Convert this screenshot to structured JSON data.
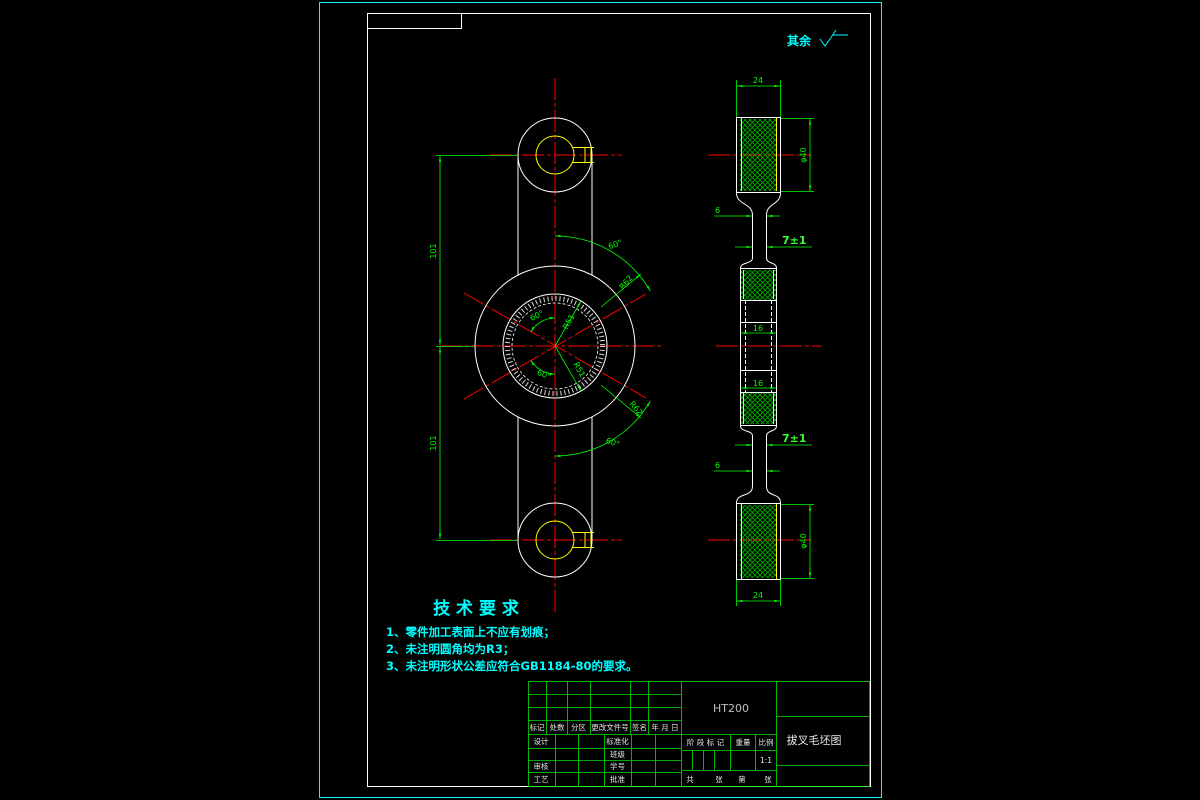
{
  "surface_note": {
    "text": "其余",
    "icon": "surface-finish-icon"
  },
  "tech_requirements": {
    "heading": "技 术 要 求",
    "items": [
      "1、零件加工表面上不应有划痕；",
      "2、未注明圆角均为R3；",
      "3、未注明形状公差应符合GB1184-80的要求。"
    ]
  },
  "front_view": {
    "center_distance_upper": "101",
    "center_distance_lower": "101",
    "outer_angle_upper": "60°",
    "outer_radius_upper": "R62",
    "outer_angle_lower": "60°",
    "outer_radius_lower": "R62",
    "inner_angle_upper": "60°",
    "inner_radius_upper": "R51",
    "inner_angle_lower": "60°",
    "inner_radius_lower": "R51"
  },
  "side_view": {
    "top_width": "24",
    "top_diameter": "φ40",
    "top_web": "6",
    "top_rib": "7±1",
    "hub_upper": "16",
    "hub_lower": "16",
    "bottom_rib": "7±1",
    "bottom_web": "6",
    "bottom_diameter": "φ40",
    "bottom_width": "24"
  },
  "title_block": {
    "material": "HT200",
    "drawing_name": "拔叉毛坯图",
    "header": {
      "mark": "标记",
      "count": "处数",
      "zone": "分区",
      "change_doc": "更改文件号",
      "signature": "签名",
      "date": "年 月 日"
    },
    "design": "设计",
    "standardization": "标准化",
    "class": "班级",
    "review": "审核",
    "student_no": "学号",
    "process": "工艺",
    "approve": "批准",
    "stage_mark": "阶 段 标 记",
    "weight": "重量",
    "scale_label": "比例",
    "scale": "1:1",
    "sheets": {
      "total": "共",
      "unit_a": "张",
      "number": "第",
      "unit_b": "张"
    }
  },
  "colors": {
    "background": "#000000",
    "frame_outer": "#00ffff",
    "frame_inner": "#ffffff",
    "outline": "#ffffff",
    "centerline": "#ff0000",
    "dimension": "#00ff00",
    "dimension_bright": "#33ff33",
    "hatch": "#00b400",
    "hatch_edge": "#ffff00",
    "note_text": "#00ffff",
    "title_block_line": "#00e000",
    "title_block_text": "#e6e6e6",
    "material_text": "#bfbfbf"
  }
}
